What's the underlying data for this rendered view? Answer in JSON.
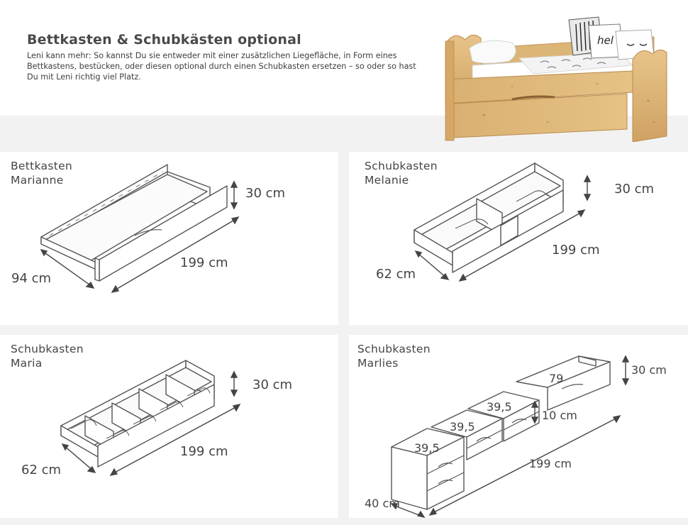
{
  "header": {
    "title": "Bettkasten & Schubkästen optional",
    "text": "Leni kann mehr: So kannst Du sie entweder mit einer zusätzlichen Liegefläche, in Form eines Bettkastens, bestücken, oder diesen optional durch einen Schubkasten ersetzen – so oder so hast Du mit Leni richtig viel Platz.",
    "pillow_text": "hel"
  },
  "cards": [
    {
      "label": "Bettkasten\nMarianne",
      "height_dim": "30 cm",
      "length_dim": "199 cm",
      "depth_dim": "94 cm"
    },
    {
      "label": "Schubkasten\nMelanie",
      "height_dim": "30 cm",
      "length_dim": "199 cm",
      "depth_dim": "62 cm"
    },
    {
      "label": "Schubkasten\nMaria",
      "height_dim": "30 cm",
      "length_dim": "199 cm",
      "depth_dim": "62 cm"
    },
    {
      "label": "Schubkasten\nMarlies",
      "height_dim": "30 cm",
      "length_dim": "199 cm",
      "depth_dim": "40 cm",
      "inner_height_dim": "10 cm",
      "module_1": "39,5",
      "module_2": "39,5",
      "module_3": "39,5",
      "module_4": "79"
    }
  ]
}
